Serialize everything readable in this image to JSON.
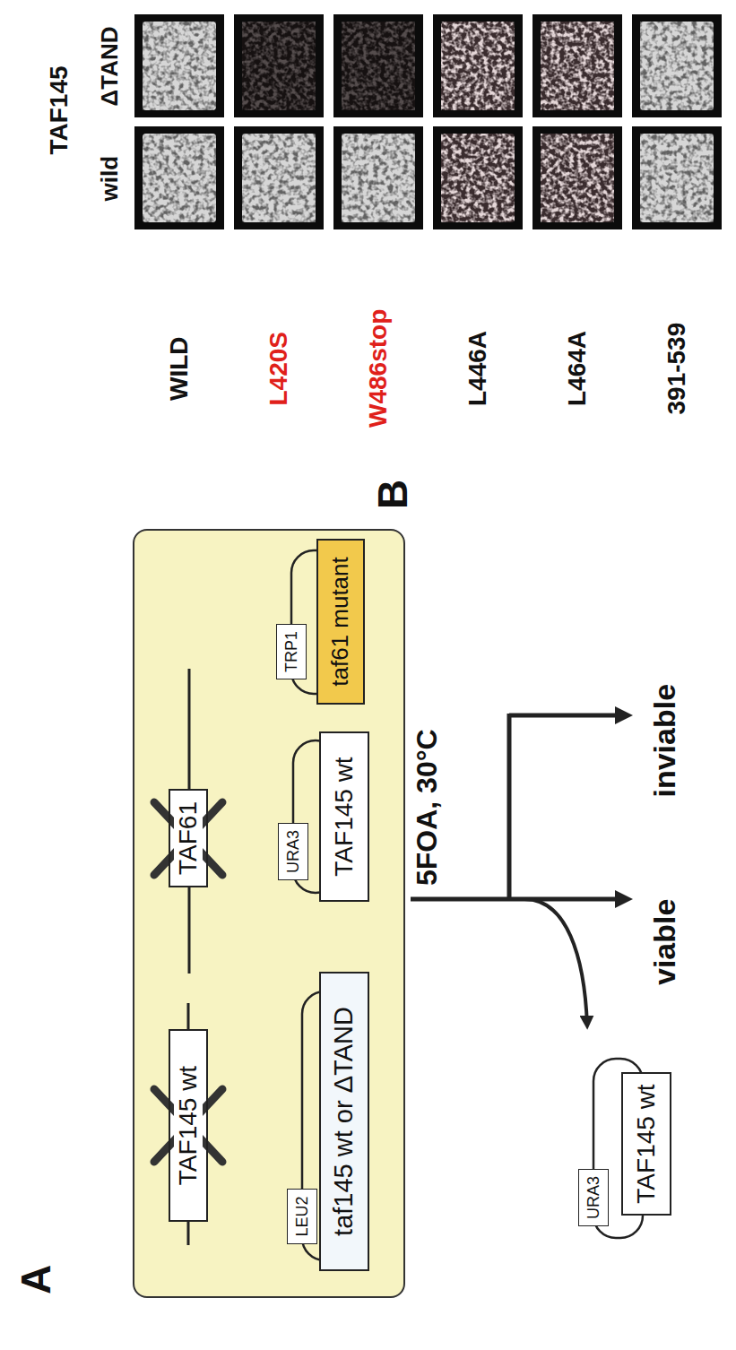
{
  "diagram": {
    "nodes": [
      {
        "text": []
      },
      {
        "text": [
          "TAF145 wt"
        ],
        "in": 0
      },
      {
        "text": [
          "TAF61"
        ],
        "in": 0
      },
      {
        "text": [
          "LEU2"
        ],
        "in": 0
      },
      {
        "text": [
          "taf145 wt or ΔTAND"
        ],
        "in": 0
      },
      {
        "text": [
          "URA3"
        ],
        "in": 0
      },
      {
        "text": [
          "TAF145 wt"
        ],
        "in": 0
      },
      {
        "text": [
          "TRP1"
        ],
        "in": 0
      },
      {
        "text": [
          "taf61 mutant"
        ],
        "in": 0
      },
      {
        "text": [
          "URA3"
        ]
      },
      {
        "text": [
          "TAF145 wt"
        ]
      }
    ],
    "labels": [
      "A",
      "5FOA, 30°C",
      "viable",
      "inviable",
      "B",
      "TAF145",
      "wild",
      "ΔTAND",
      "WILD",
      "L420S",
      "W486stop",
      "L446A",
      "L464A",
      "391-539"
    ]
  }
}
